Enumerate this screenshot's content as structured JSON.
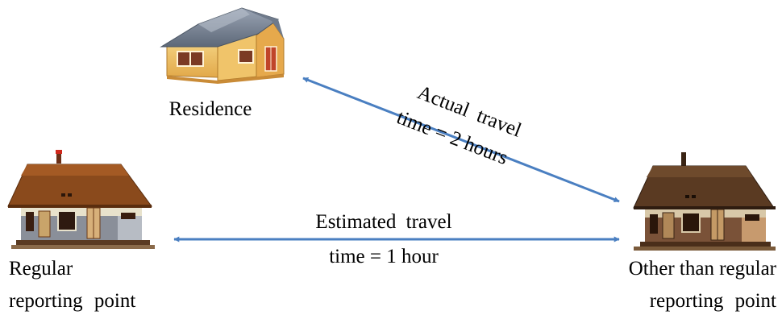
{
  "labels": {
    "residence": "Residence",
    "regular_line1": "Regular",
    "regular_line2": "reporting point",
    "other_line1": "Other than regular",
    "other_line2": "reporting point",
    "actual_line1": "Actual travel",
    "actual_line2": "time = 2 hours",
    "estimated_line1": "Estimated travel",
    "estimated_line2": "time = 1 hour"
  },
  "icons": {
    "residence": "house-icon",
    "regular_point": "station-building-icon",
    "other_point": "station-building-icon"
  },
  "colors": {
    "arrow": "#4a7fc1",
    "text": "#000000"
  }
}
